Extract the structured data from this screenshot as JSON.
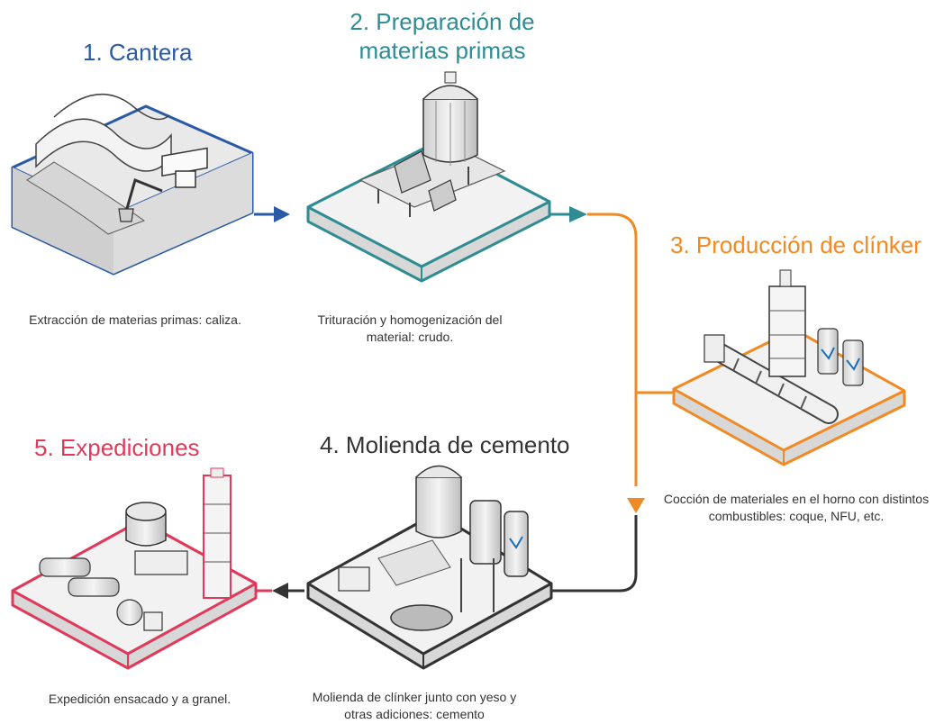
{
  "steps": [
    {
      "title": "1. Cantera",
      "description": "Extracción de materias primas: caliza.",
      "color": "#2a5aa6"
    },
    {
      "title": "2. Preparación de materias primas",
      "description": "Trituración y homogenización del material: crudo.",
      "color": "#2e8c92"
    },
    {
      "title": "3. Producción de clínker",
      "description": "Cocción de materiales en el horno con distintos combustibles: coque, NFU, etc.",
      "color": "#f08a24"
    },
    {
      "title": "4. Molienda de cemento",
      "description": "Molienda de clínker junto con yeso y otras adiciones: cemento",
      "color": "#333333"
    },
    {
      "title": "5. Expediciones",
      "description": "Expedición ensacado y a granel.",
      "color": "#e03a5a"
    }
  ],
  "icons": [
    "quarry-excavator-icon",
    "crusher-silo-icon",
    "kiln-tower-icon",
    "cement-mill-icon",
    "truck-terminal-icon"
  ]
}
